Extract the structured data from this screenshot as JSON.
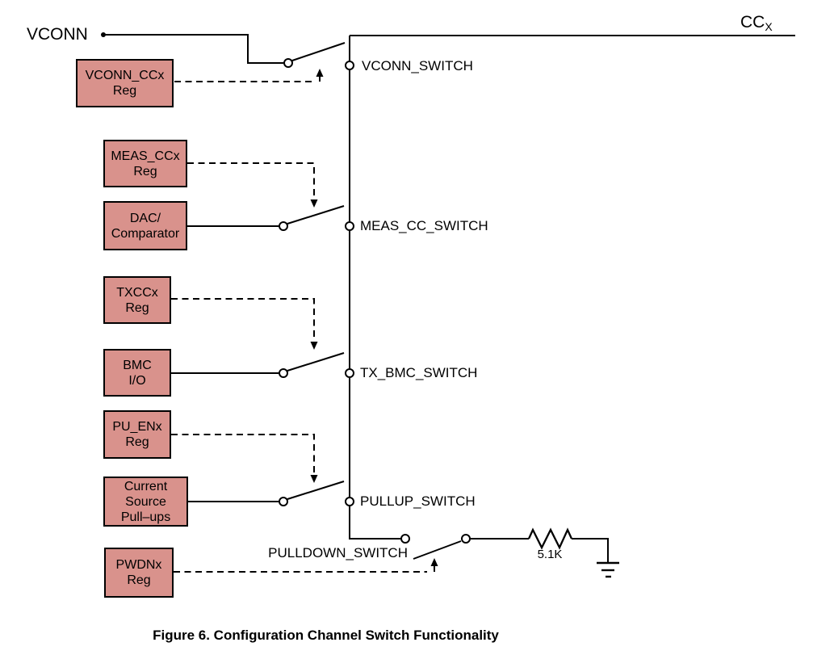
{
  "colors": {
    "box_fill": "#D9928C",
    "box_border": "#000000",
    "line": "#000000",
    "background": "#FFFFFF",
    "text": "#000000"
  },
  "nets": {
    "vconn": "VCONN",
    "cc_base": "CC",
    "cc_subscript": "X"
  },
  "boxes": {
    "vconn_ccx": {
      "label": "VCONN_CCx\nReg"
    },
    "meas_ccx": {
      "label": "MEAS_CCx\nReg"
    },
    "dac_comparator": {
      "label": "DAC/\nComparator"
    },
    "txccx": {
      "label": "TXCCx\nReg"
    },
    "bmc_io": {
      "label": "BMC\nI/O"
    },
    "pu_enx": {
      "label": "PU_ENx\nReg"
    },
    "current_source_pullups": {
      "label": "Current\nSource\nPull–ups"
    },
    "pwdnx": {
      "label": "PWDNx\nReg"
    }
  },
  "switches": {
    "vconn": "VCONN_SWITCH",
    "meas_cc": "MEAS_CC_SWITCH",
    "tx_bmc": "TX_BMC_SWITCH",
    "pullup": "PULLUP_SWITCH",
    "pulldown": "PULLDOWN_SWITCH"
  },
  "components": {
    "pulldown_resistor_value": "5.1K"
  },
  "caption": "Figure 6. Configuration Channel Switch Functionality"
}
